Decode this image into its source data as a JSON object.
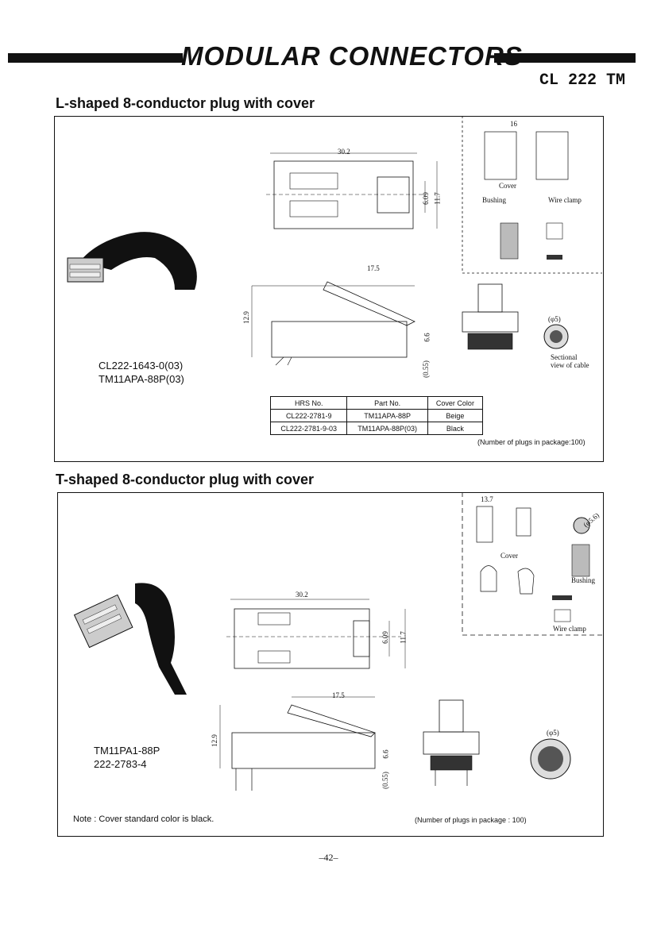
{
  "header": {
    "title": "MODULAR CONNECTORS",
    "model": "CL 222 TM"
  },
  "section1": {
    "title": "L-shaped 8-conductor plug with cover",
    "caption_line1": "CL222-1643-0(03)",
    "caption_line2": "TM11APA-88P(03)",
    "dim_top_width": "30.2",
    "dim_top_h1": "6.09",
    "dim_top_h2": "11.7",
    "dim_side_width": "17.5",
    "dim_side_h": "12.9",
    "dim_side_h2": "6.6",
    "dim_side_gap": "(0.55)",
    "label_cover": "Cover",
    "label_bushing": "Bushing",
    "label_wire_clamp": "Wire clamp",
    "label_cover_width": "16",
    "label_diameter": "(φ5)",
    "label_sectional_1": "Sectional",
    "label_sectional_2": "view of cable",
    "table": {
      "headers": [
        "HRS No.",
        "Part No.",
        "Cover Color"
      ],
      "rows": [
        [
          "CL222-2781-9",
          "TM11APA-88P",
          "Beige"
        ],
        [
          "CL222-2781-9-03",
          "TM11APA-88P(03)",
          "Black"
        ]
      ]
    },
    "package_note": "(Number of plugs in package:100)"
  },
  "section2": {
    "title": "T-shaped 8-conductor plug with cover",
    "caption_line1": "TM11PA1-88P",
    "caption_line2": "222-2783-4",
    "dim_top_width": "30.2",
    "dim_top_h1": "6.09",
    "dim_top_h2": "11.7",
    "dim_side_width": "17.5",
    "dim_side_h": "12.9",
    "dim_side_h2": "6.6",
    "dim_side_gap": "(0.55)",
    "label_width": "13.7",
    "label_cover": "Cover",
    "label_bushing": "Bushing",
    "label_wire_clamp": "Wire clamp",
    "label_diameter": "(φ5)",
    "label_diameter2": "(φ5.6)",
    "note": "Note : Cover standard color is black.",
    "package_note": "(Number of plugs in package : 100)"
  },
  "footer": {
    "page": "–42–"
  }
}
